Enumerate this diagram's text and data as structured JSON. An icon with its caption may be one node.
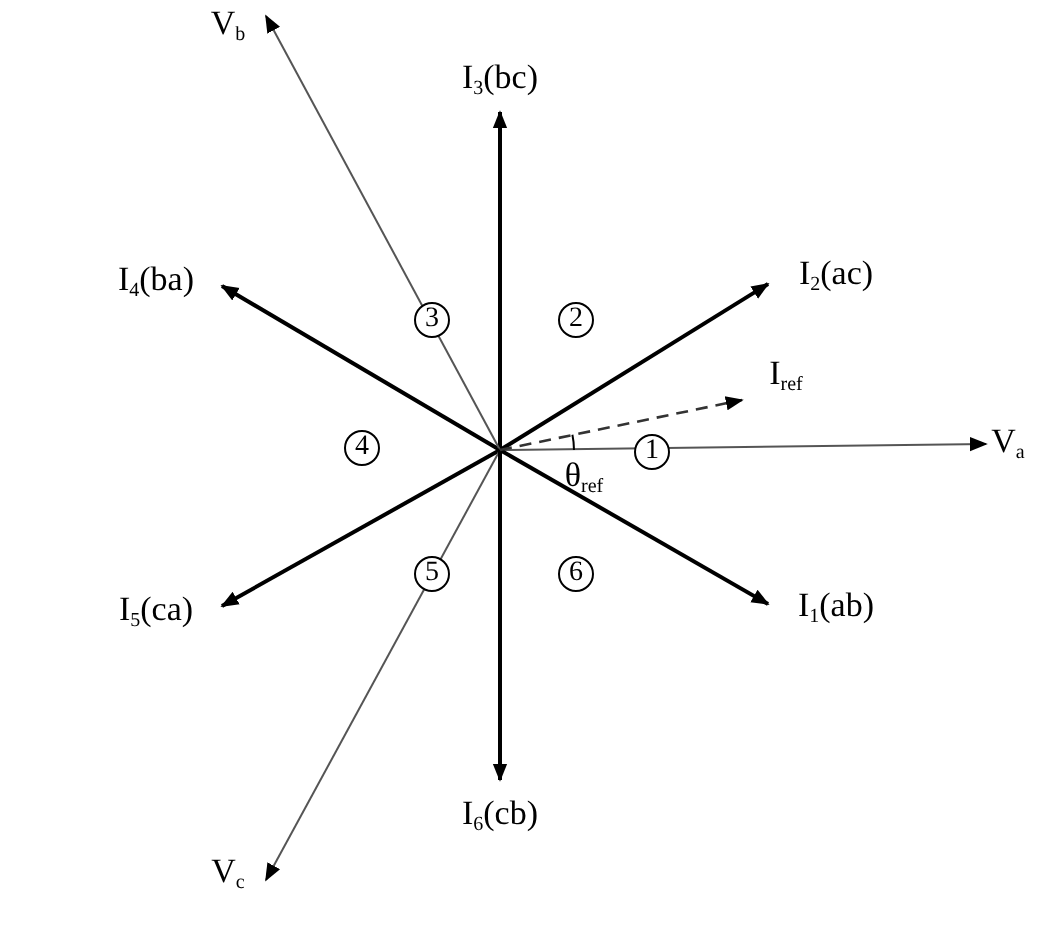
{
  "diagram": {
    "nodes": [
      {
        "text": [
          "V$_{b}$"
        ]
      },
      {
        "text": [
          "I$_{3}$(bc)"
        ]
      },
      {
        "text": [
          "I$_{4}$(ba)"
        ]
      },
      {
        "text": [
          "3"
        ]
      },
      {
        "text": [
          "2"
        ]
      },
      {
        "text": [
          "I$_{2}$(ac)"
        ]
      },
      {
        "text": [
          "I$_{ref}$"
        ]
      },
      {
        "text": [
          "4"
        ]
      },
      {
        "text": [
          "1"
        ]
      },
      {
        "text": [
          "V$_{a}$"
        ]
      },
      {
        "text": [
          "5"
        ]
      },
      {
        "text": [
          "6"
        ]
      },
      {
        "text": [
          "I$_{5}$(ca)"
        ]
      },
      {
        "text": [
          "I$_{1}$(ab)"
        ]
      },
      {
        "text": [
          "I$_{6}$(cb)"
        ]
      },
      {
        "text": [
          "V$_{c}$"
        ]
      }
    ],
    "edges": [
      {
        "from": null,
        "to": 9,
        "arrow": "to",
        "color": "#555555"
      },
      {
        "from": null,
        "to": 5,
        "arrow": "to"
      },
      {
        "from": null,
        "to": 1,
        "arrow": "to"
      },
      {
        "from": null,
        "to": 2,
        "arrow": "to"
      },
      {
        "from": null,
        "to": 0,
        "arrow": "to",
        "color": "#555555"
      },
      {
        "from": null,
        "to": 12,
        "arrow": "to"
      },
      {
        "from": null,
        "to": 15,
        "arrow": "to",
        "color": "#555555"
      },
      {
        "from": null,
        "to": 14,
        "arrow": "to"
      },
      {
        "from": null,
        "to": 13,
        "arrow": "to"
      },
      {
        "from": null,
        "to": 6,
        "arrow": "to",
        "style": "dashed"
      }
    ],
    "labels": [
      "θ$_{ref}$"
    ]
  }
}
